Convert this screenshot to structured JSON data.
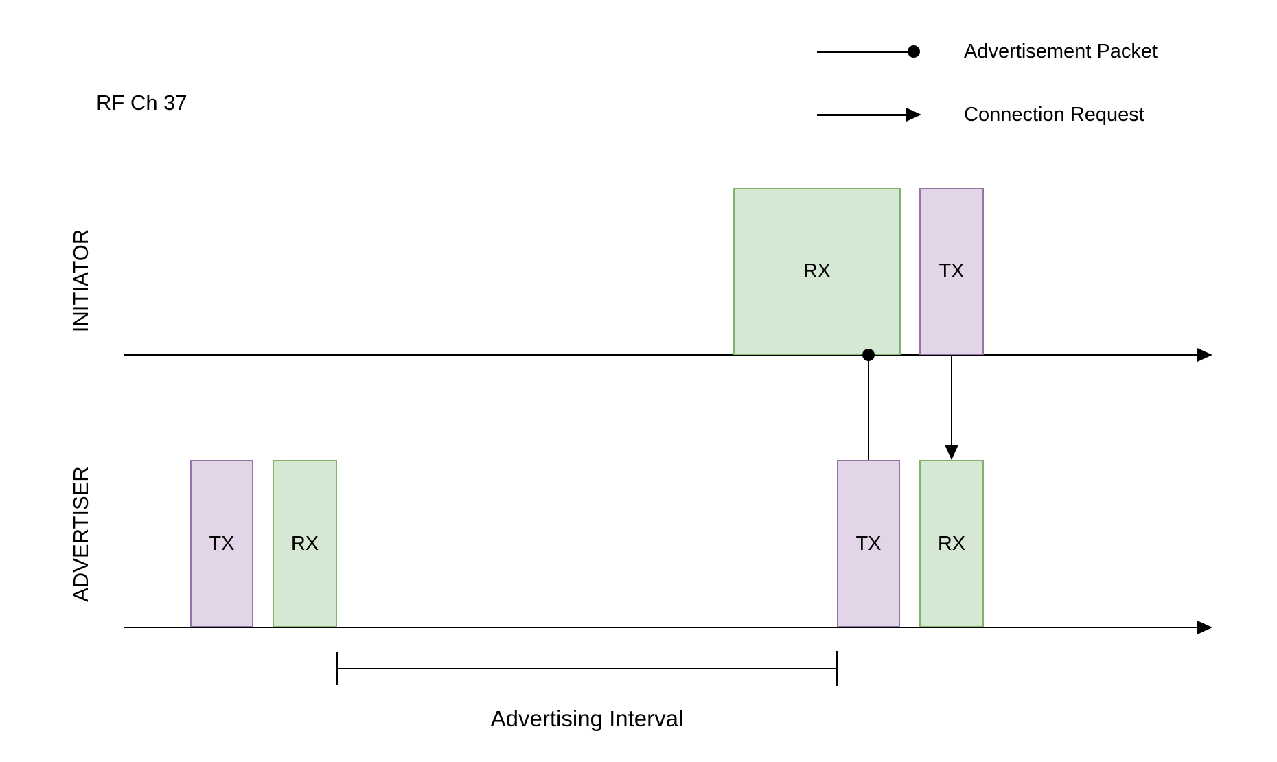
{
  "rf_channel": "RF Ch 37",
  "legend": {
    "advertisement_packet": "Advertisement Packet",
    "connection_request": "Connection Request"
  },
  "lanes": {
    "initiator": {
      "label": "INITIATOR",
      "rx_label": "RX",
      "tx_label": "TX"
    },
    "advertiser": {
      "label": "ADVERTISER",
      "tx1_label": "TX",
      "rx1_label": "RX",
      "tx2_label": "TX",
      "rx2_label": "RX"
    }
  },
  "interval": {
    "label": "Advertising Interval"
  },
  "colors": {
    "rx_fill": "#d5e8d4",
    "rx_border": "#82b366",
    "tx_fill": "#e1d5e7",
    "tx_border": "#9673a6",
    "line": "#000000"
  }
}
